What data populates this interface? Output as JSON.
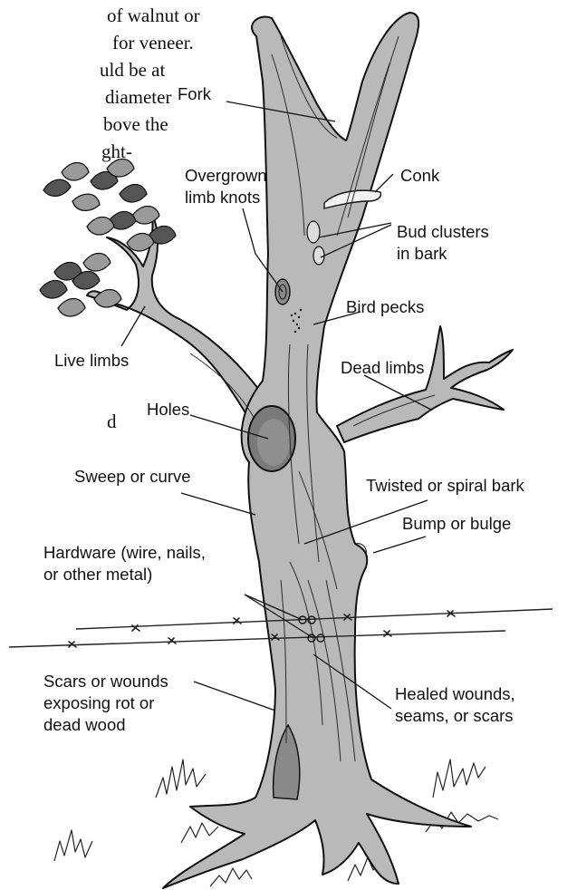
{
  "page_text_fragments": [
    "of walnut or",
    "for veneer.",
    "uld be at",
    "diameter",
    "bove the",
    "ght-",
    "d"
  ],
  "labels": {
    "fork": "Fork",
    "conk": "Conk",
    "overgrown": "Overgrown",
    "limb_knots": "limb knots",
    "bud_clusters": "Bud clusters",
    "in_bark": "in bark",
    "bird_pecks": "Bird pecks",
    "live_limbs": "Live limbs",
    "dead_limbs": "Dead limbs",
    "holes": "Holes",
    "sweep": "Sweep or curve",
    "twisted": "Twisted or spiral bark",
    "bump": "Bump or bulge",
    "hardware_1": "Hardware (wire, nails,",
    "hardware_2": "or other metal)",
    "scars_1": "Scars or wounds",
    "scars_2": "exposing rot or",
    "scars_3": "dead wood",
    "healed_1": "Healed wounds,",
    "healed_2": "seams, or scars"
  },
  "colors": {
    "bark": "#b9b9b9",
    "outline": "#111111",
    "leaf_light": "#9a9a9a",
    "leaf_dark": "#555555"
  }
}
